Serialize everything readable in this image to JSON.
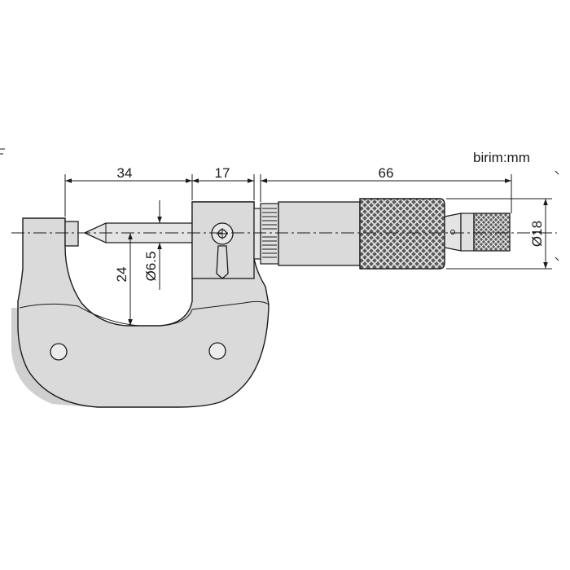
{
  "unit_label": "birim:mm",
  "dimensions": {
    "anvil_to_spindle": "34",
    "sleeve_length": "17",
    "thimble_length": "66",
    "throat_depth": "24",
    "spindle_diameter": "Ø6.5",
    "thimble_diameter": "Ø18"
  },
  "colors": {
    "frame_fill": "#d9d9d9",
    "frame_shadow": "#c4c4c4",
    "knurl_fill": "#555555",
    "line": "#1a1a1a"
  }
}
